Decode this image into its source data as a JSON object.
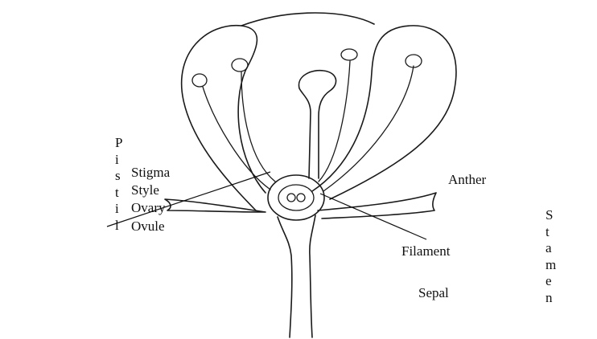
{
  "labels": {
    "pistil": "Pistil",
    "stigma": "Stigma",
    "style": "Style",
    "ovary": "Ovary",
    "ovule": "Ovule",
    "anther": "Anther",
    "filament": "Filament",
    "sepal": "Sepal",
    "stamen": "Stamen"
  }
}
